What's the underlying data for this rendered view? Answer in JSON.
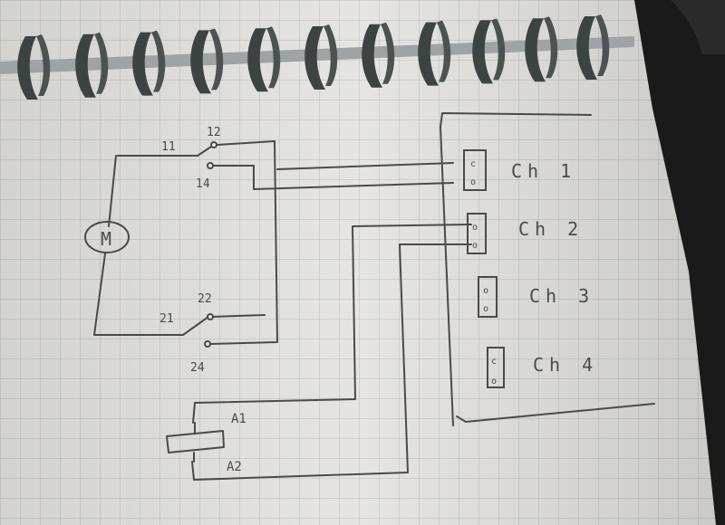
{
  "contacts": {
    "c11": "11",
    "c12": "12",
    "c14": "14",
    "c21": "21",
    "c22": "22",
    "c24": "24"
  },
  "motor": {
    "label": "M"
  },
  "coil": {
    "a1": "A1",
    "a2": "A2"
  },
  "channels": [
    {
      "label": "Ch 1",
      "top": "c",
      "bottom": "o"
    },
    {
      "label": "Ch 2",
      "top": "o",
      "bottom": "o"
    },
    {
      "label": "Ch 3",
      "top": "o",
      "bottom": "o"
    },
    {
      "label": "Ch 4",
      "top": "c",
      "bottom": "o"
    }
  ],
  "colors": {
    "paper": "#e6e5e1",
    "grid": "#b9bdc6",
    "ink": "#4a4a4a",
    "binding": "#3c4443",
    "shadow": "#1a1a1a"
  }
}
